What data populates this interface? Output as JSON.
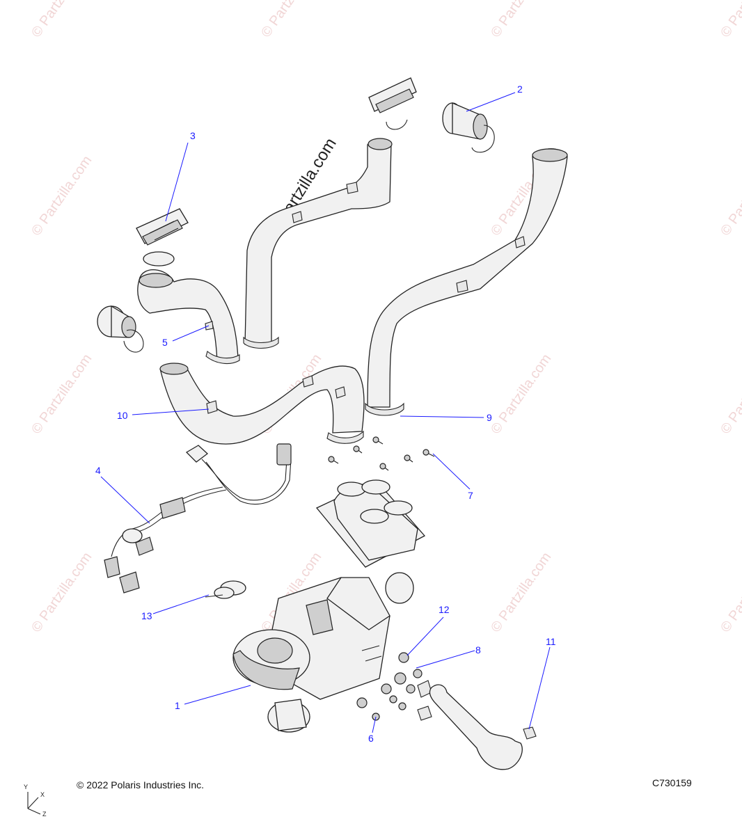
{
  "watermark": {
    "repeat_text": "© Partzilla.com",
    "center_text": "© Partzilla.com"
  },
  "callouts": [
    "1",
    "2",
    "3",
    "4",
    "5",
    "6",
    "7",
    "8",
    "9",
    "10",
    "11",
    "12",
    "13"
  ],
  "footer": {
    "copyright": "© 2022 Polaris Industries Inc.",
    "drawing_code": "C730159"
  },
  "axis": {
    "x": "X",
    "y": "Y",
    "z": "Z"
  }
}
